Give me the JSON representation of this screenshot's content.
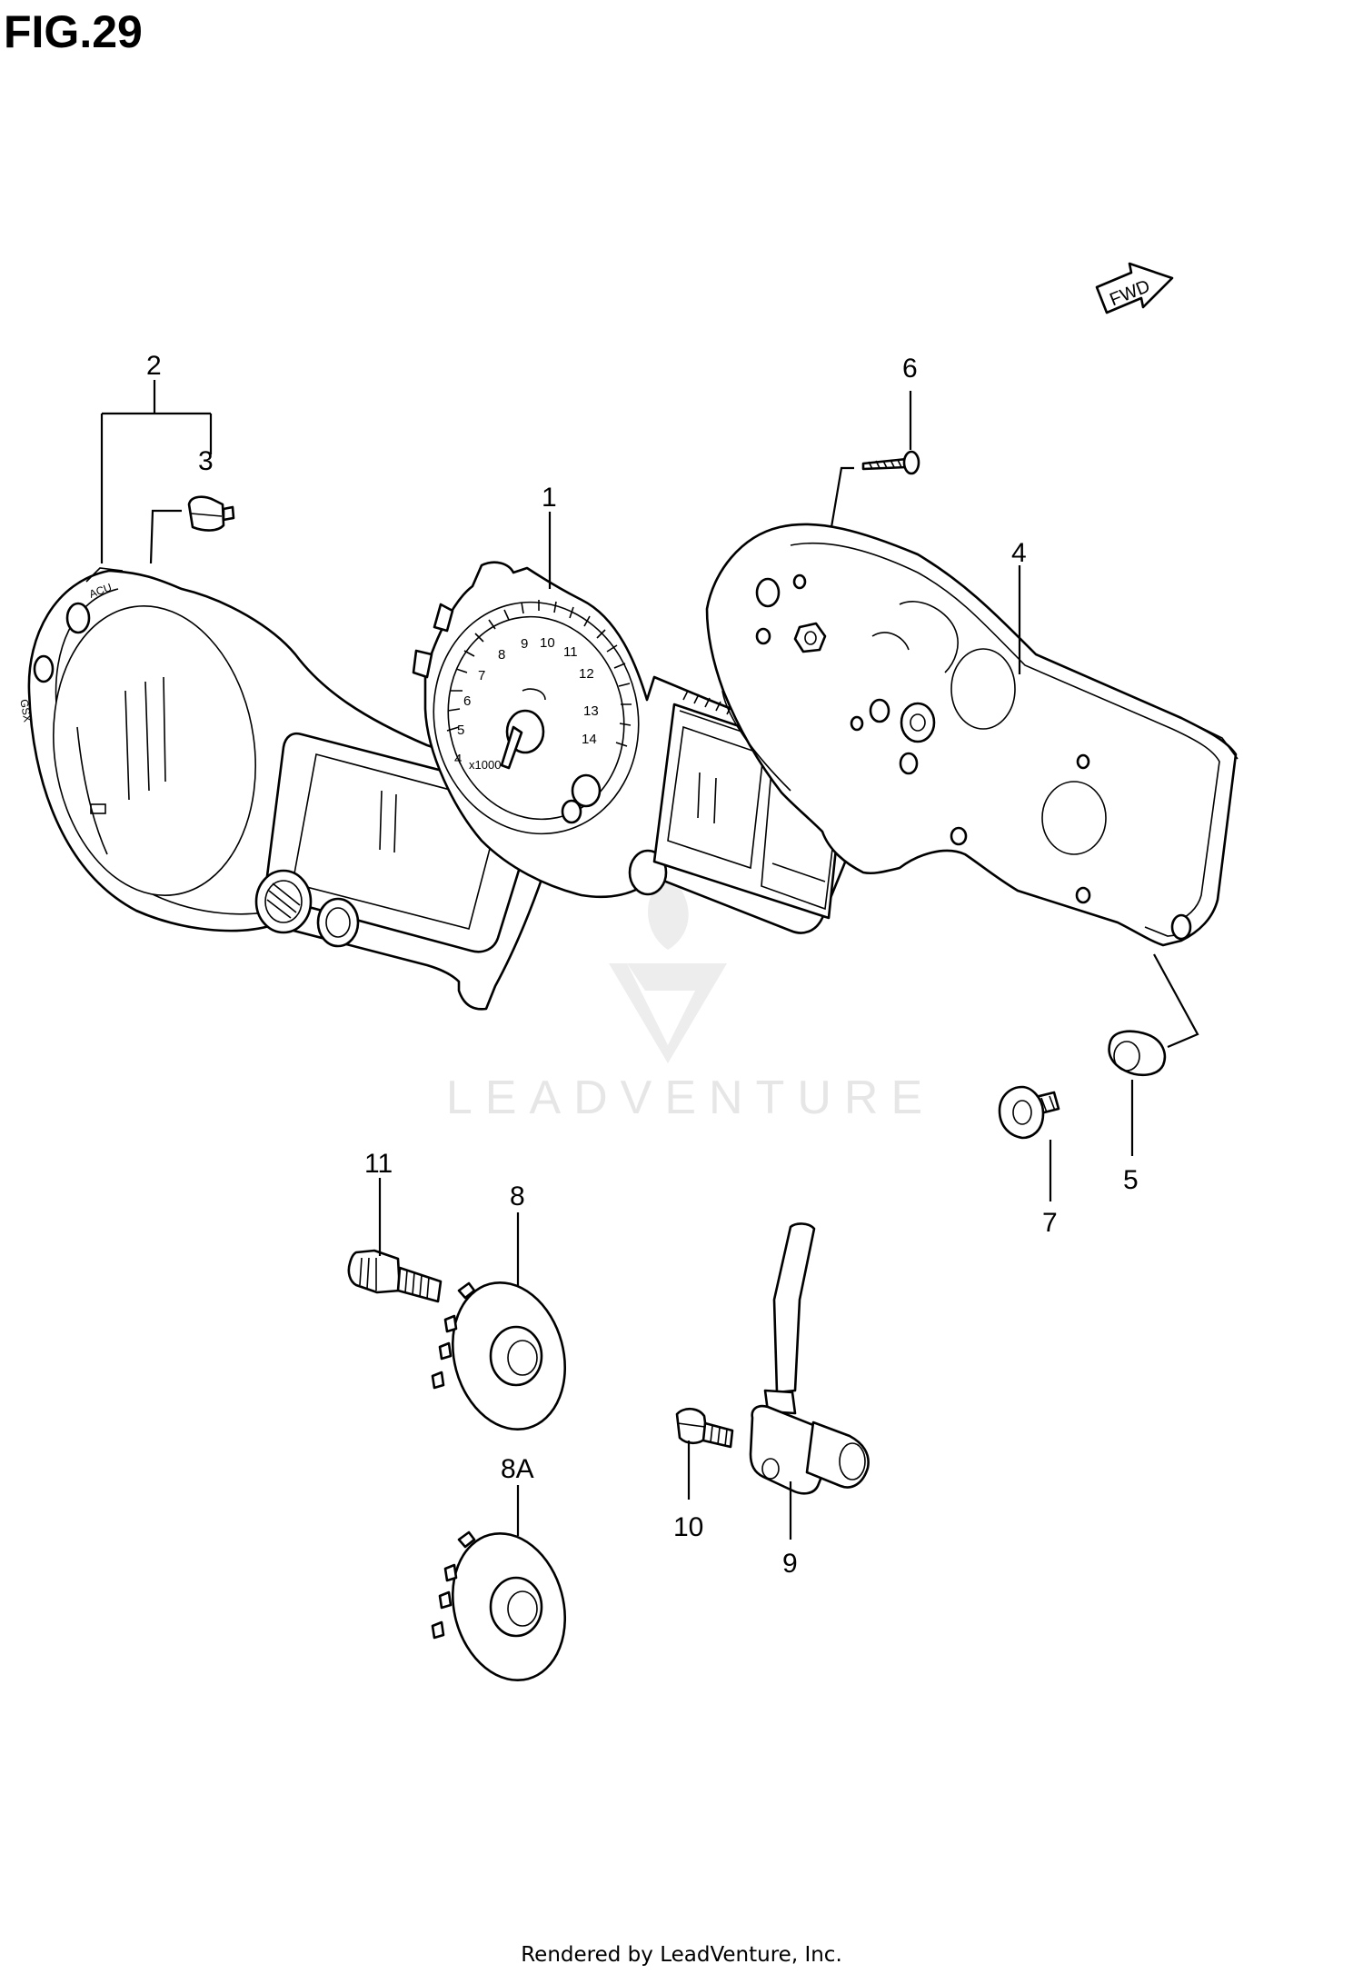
{
  "figure": {
    "title": "FIG.29"
  },
  "fwd_badge": "FWD",
  "watermark": "LEADVENTURE",
  "footer": "Rendered by LeadVenture, Inc.",
  "gauge": {
    "tach_numbers": [
      "4",
      "5",
      "6",
      "7",
      "8",
      "9",
      "10",
      "11",
      "12",
      "13",
      "14"
    ],
    "unit": "x1000"
  },
  "callouts": [
    "1",
    "2",
    "3",
    "4",
    "5",
    "6",
    "7",
    "8",
    "8A",
    "9",
    "10",
    "11"
  ]
}
